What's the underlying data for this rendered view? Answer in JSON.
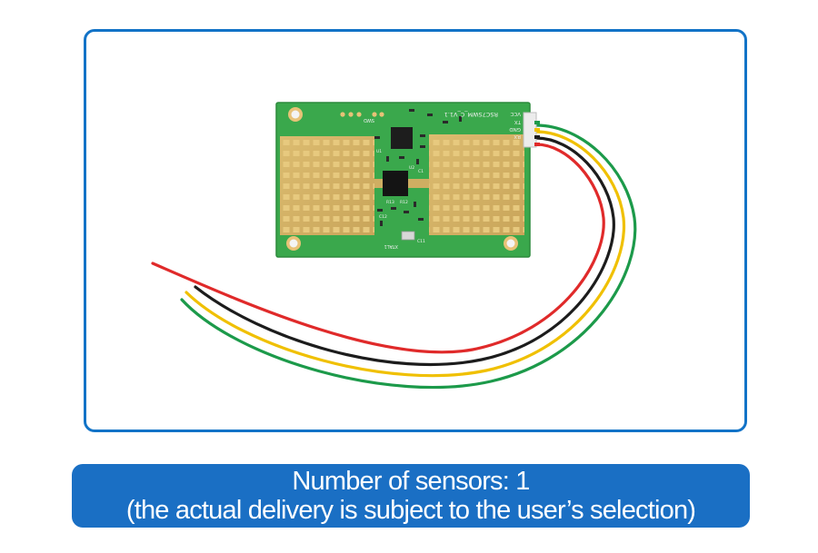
{
  "caption": {
    "line1": "Number of sensors: 1",
    "line2": "(the actual delivery is subject to the user’s selection)"
  },
  "board": {
    "model_label": "RSC7SWM_C_V1.1",
    "pin_labels": [
      "VCC",
      "TX",
      "GND",
      "RX"
    ],
    "crystal_label": "XTAL1",
    "debug_label": "SWD",
    "misc_labels": [
      "C1",
      "C12",
      "C11",
      "R13",
      "R12",
      "U1",
      "U2"
    ]
  },
  "colors": {
    "frame_border": "#1273c7",
    "caption_bg": "#1a6fc4",
    "pcb_green": "#3aa84c",
    "antenna_gold": "#d9b86a",
    "wire_red": "#e02a2a",
    "wire_black": "#1c1c1c",
    "wire_yellow": "#f0c000",
    "wire_green": "#1c9a4a"
  }
}
